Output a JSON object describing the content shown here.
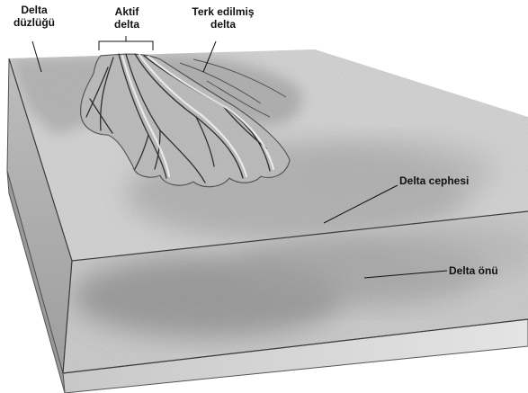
{
  "labels": {
    "delta_plain": {
      "line1": "Delta",
      "line2": "düzlüğü"
    },
    "active_delta": {
      "line1": "Aktif",
      "line2": "delta"
    },
    "abandoned_delta": {
      "line1": "Terk edilmiş",
      "line2": "delta"
    },
    "delta_front": "Delta cephesi",
    "prodelta": "Delta önü"
  },
  "colors": {
    "ink": "#111111",
    "block_side_light": "#dcdcdc",
    "block_side_dark": "#a9a9a9",
    "sediment_light": "#eeeeee",
    "sediment_dark": "#7a7a7a",
    "lobe_fill": "#cfcfcf"
  }
}
